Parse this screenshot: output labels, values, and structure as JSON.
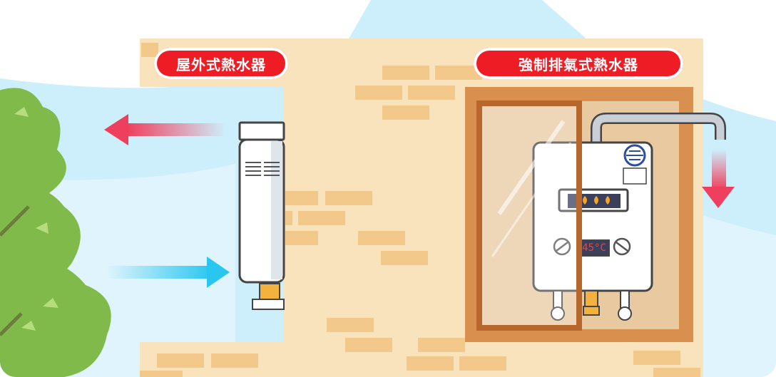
{
  "labels": {
    "outdoor_heater": "屋外式熱水器",
    "forced_exhaust_heater": "強制排氣式熱水器"
  },
  "display": {
    "temperature": "45°C"
  },
  "colors": {
    "label_bg": "#ee1c25",
    "sky": "#cdeefb",
    "brick_wall": "#f8e3bc",
    "brick": "#f2c98a",
    "window_frame": "#d98f4e",
    "hot_arrow": "#ef3f5e",
    "cold_arrow": "#29c6f0",
    "tree": "#7fba4a"
  }
}
